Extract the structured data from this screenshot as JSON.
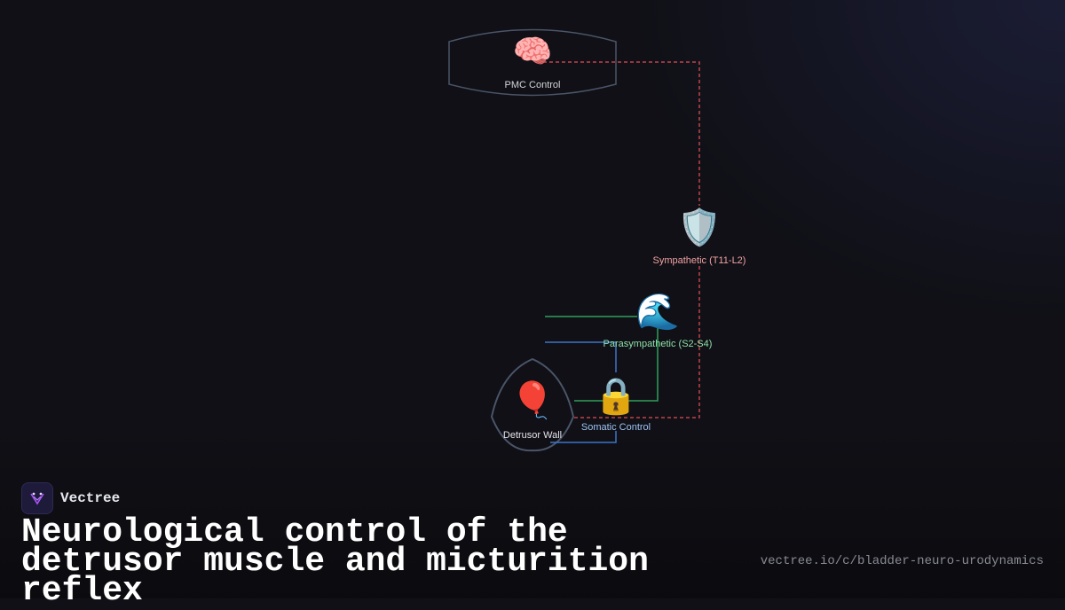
{
  "brand": {
    "name": "Vectree"
  },
  "title": "Neurological control of the detrusor muscle and micturition reflex",
  "url": "vectree.io/c/bladder-neuro-urodynamics",
  "nodes": [
    {
      "id": "pmc",
      "label": "PMC Control",
      "icon": "brain-icon",
      "emoji": "🧠",
      "label_color": "#d4d4dc"
    },
    {
      "id": "sympathetic",
      "label": "Sympathetic (T11-L2)",
      "icon": "shield-icon",
      "emoji": "🛡️",
      "label_color": "#f2a3a3"
    },
    {
      "id": "parasympathetic",
      "label": "Parasympathetic (S2-S4)",
      "icon": "wave-icon",
      "emoji": "🌊",
      "label_color": "#8fe0a8"
    },
    {
      "id": "detrusor",
      "label": "Detrusor Wall",
      "icon": "balloon-icon",
      "emoji": "🎈",
      "label_color": "#e4e4ea"
    },
    {
      "id": "somatic",
      "label": "Somatic Control",
      "icon": "lock-icon",
      "emoji": "🔒",
      "label_color": "#9ec4f5"
    }
  ],
  "colors": {
    "sympathetic_edge": "#c0444a",
    "parasympathetic_edge": "#2fa05a",
    "somatic_edge": "#3d74c8",
    "node_outline": "#4a5568"
  }
}
